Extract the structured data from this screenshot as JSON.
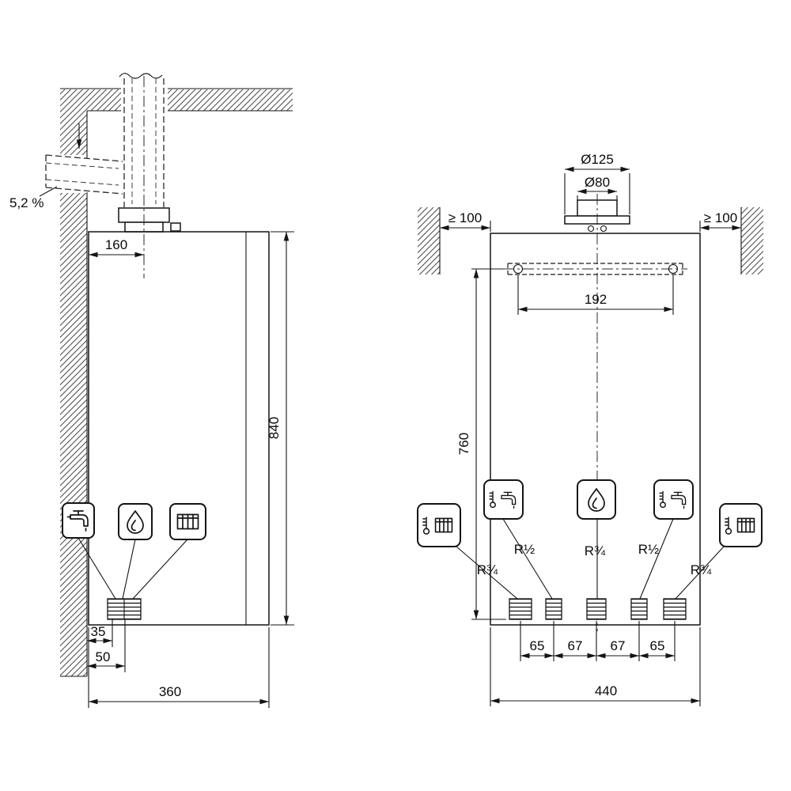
{
  "figure": {
    "name": "Wall-hung gas boiler installation dimension drawing",
    "background_color": "#ffffff",
    "line_color": "#141414"
  },
  "side_view": {
    "flue_slope_label": "5,2 %",
    "dim_flue_center_offset": "160",
    "dim_boiler_height": "840",
    "dim_connection_a": "35",
    "dim_connection_b": "50",
    "dim_boiler_depth": "360",
    "icons": [
      "tap-icon",
      "flame-icon",
      "radiator-icon"
    ]
  },
  "front_view": {
    "dim_flue_outer_diameter": "Ø125",
    "dim_flue_inner_diameter": "Ø80",
    "dim_side_clearance_left": "≥ 100",
    "dim_side_clearance_right": "≥ 100",
    "dim_bracket_holes": "192",
    "dim_bracket_to_connections": "760",
    "connection_labels": {
      "heating_flow": "R¾",
      "hot_water": "R½",
      "gas": "R¾",
      "cold_water": "R½",
      "heating_return": "R¾"
    },
    "dim_connection_spacing": [
      "65",
      "67",
      "67",
      "65"
    ],
    "dim_boiler_width": "440",
    "icons": [
      "thermometer-radiator-icon",
      "thermometer-tap-icon",
      "flame-icon",
      "thermometer-tap-icon",
      "thermometer-radiator-icon"
    ]
  }
}
